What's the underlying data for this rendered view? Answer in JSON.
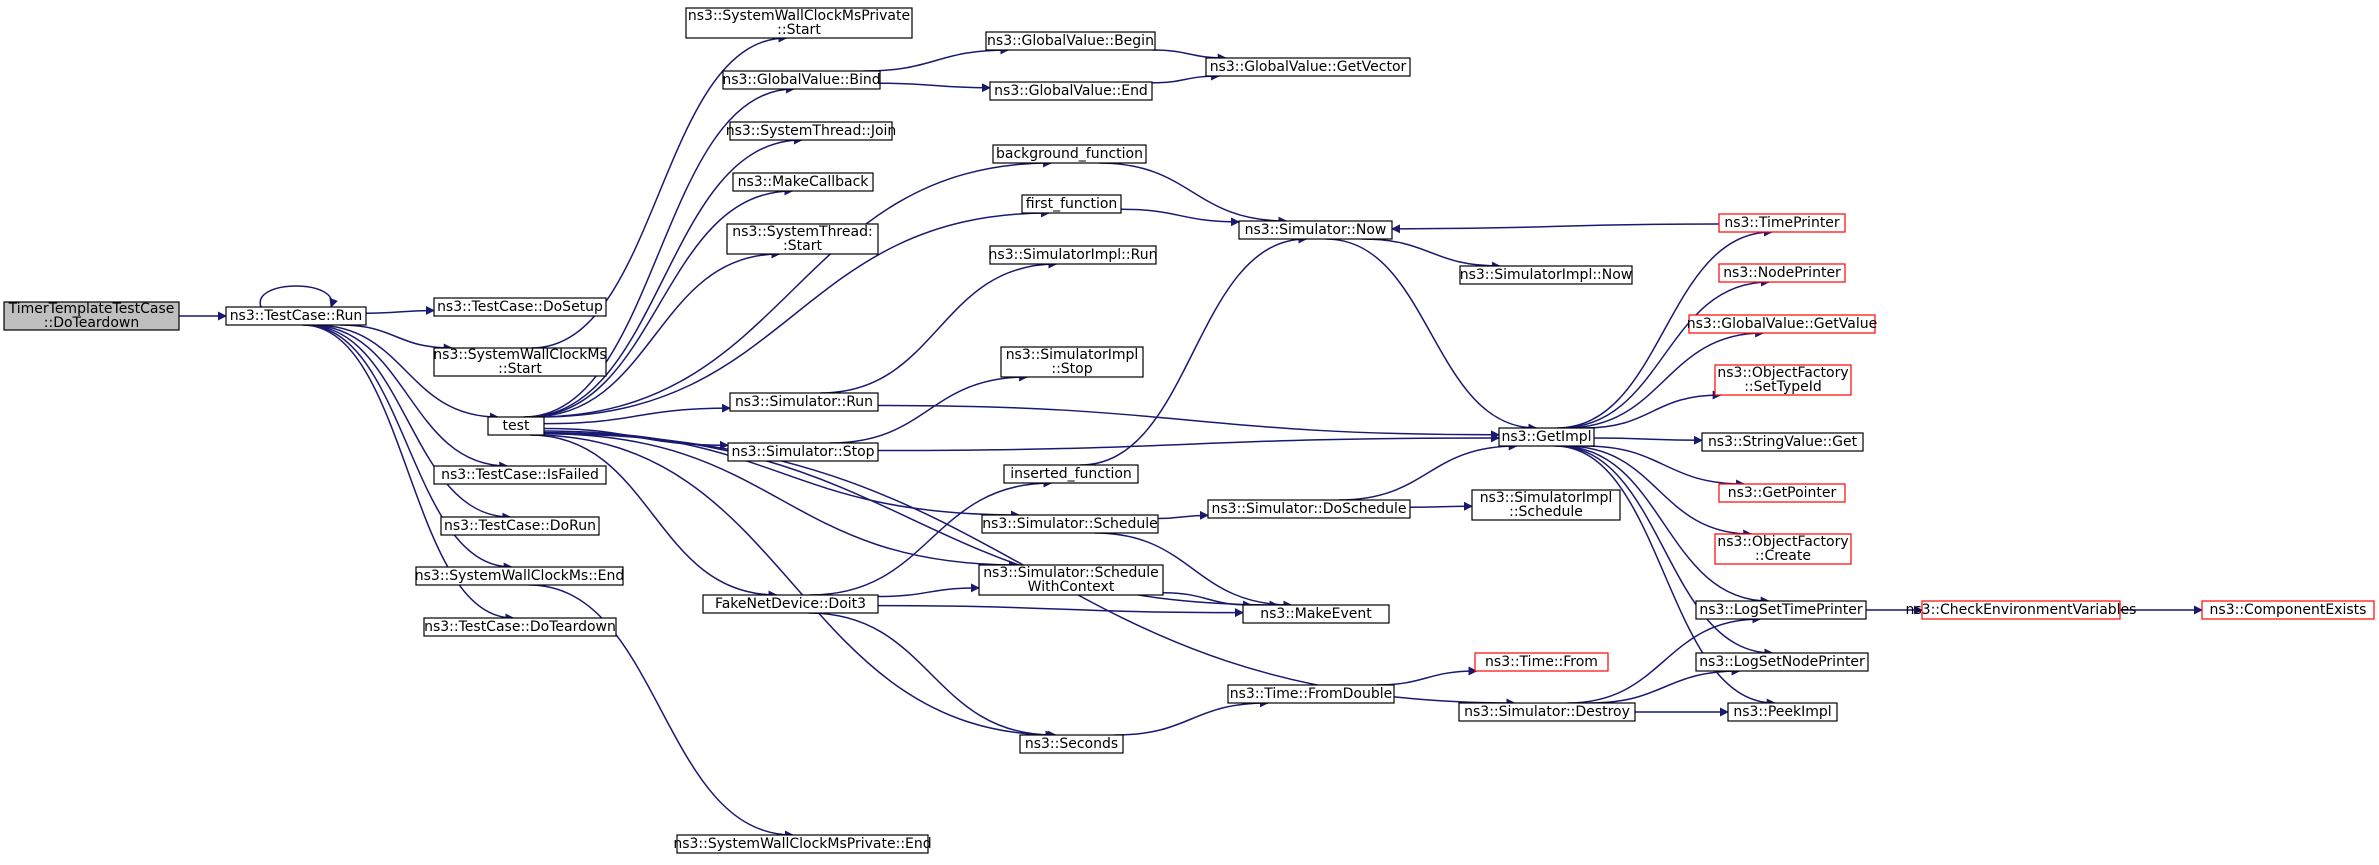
{
  "colors": {
    "edge": "#191970",
    "node_border": "#000000",
    "node_border_undocumented": "#ff0000",
    "root_fill": "#bfbfbf",
    "node_fill": "#ffffff",
    "background": "#ffffff"
  },
  "nodes": {
    "root": {
      "lines": [
        "TimerTemplateTestCase",
        "::DoTeardown"
      ],
      "kind": "root"
    },
    "testcase_run": {
      "lines": [
        "ns3::TestCase::Run"
      ],
      "kind": "normal"
    },
    "testcase_dosetup": {
      "lines": [
        "ns3::TestCase::DoSetup"
      ],
      "kind": "normal"
    },
    "swc_start": {
      "lines": [
        "ns3::SystemWallClockMs",
        "::Start"
      ],
      "kind": "normal"
    },
    "test": {
      "lines": [
        "test"
      ],
      "kind": "normal"
    },
    "testcase_isfailed": {
      "lines": [
        "ns3::TestCase::IsFailed"
      ],
      "kind": "normal"
    },
    "testcase_dorun": {
      "lines": [
        "ns3::TestCase::DoRun"
      ],
      "kind": "normal"
    },
    "swc_end": {
      "lines": [
        "ns3::SystemWallClockMs::End"
      ],
      "kind": "normal"
    },
    "testcase_doteardown": {
      "lines": [
        "ns3::TestCase::DoTeardown"
      ],
      "kind": "normal"
    },
    "swcp_start": {
      "lines": [
        "ns3::SystemWallClockMsPrivate",
        "::Start"
      ],
      "kind": "normal"
    },
    "gv_bind": {
      "lines": [
        "ns3::GlobalValue::Bind"
      ],
      "kind": "normal"
    },
    "st_join": {
      "lines": [
        "ns3::SystemThread::Join"
      ],
      "kind": "normal"
    },
    "makecallback": {
      "lines": [
        "ns3::MakeCallback"
      ],
      "kind": "normal"
    },
    "st_start": {
      "lines": [
        "ns3::SystemThread:",
        ":Start"
      ],
      "kind": "normal"
    },
    "sim_run": {
      "lines": [
        "ns3::Simulator::Run"
      ],
      "kind": "normal"
    },
    "sim_stop": {
      "lines": [
        "ns3::Simulator::Stop"
      ],
      "kind": "normal"
    },
    "fnd_doit3": {
      "lines": [
        "FakeNetDevice::Doit3"
      ],
      "kind": "normal"
    },
    "swcp_end": {
      "lines": [
        "ns3::SystemWallClockMsPrivate::End"
      ],
      "kind": "normal"
    },
    "gv_begin": {
      "lines": [
        "ns3::GlobalValue::Begin"
      ],
      "kind": "normal"
    },
    "gv_end": {
      "lines": [
        "ns3::GlobalValue::End"
      ],
      "kind": "normal"
    },
    "gv_getvector": {
      "lines": [
        "ns3::GlobalValue::GetVector"
      ],
      "kind": "normal"
    },
    "background_function": {
      "lines": [
        "background_function"
      ],
      "kind": "normal"
    },
    "first_function": {
      "lines": [
        "first_function"
      ],
      "kind": "normal"
    },
    "simimpl_run": {
      "lines": [
        "ns3::SimulatorImpl::Run"
      ],
      "kind": "normal"
    },
    "simimpl_stop": {
      "lines": [
        "ns3::SimulatorImpl",
        "::Stop"
      ],
      "kind": "normal"
    },
    "inserted_function": {
      "lines": [
        "inserted_function"
      ],
      "kind": "normal"
    },
    "sim_schedule": {
      "lines": [
        "ns3::Simulator::Schedule"
      ],
      "kind": "normal"
    },
    "sim_schedulewc": {
      "lines": [
        "ns3::Simulator::Schedule",
        "WithContext"
      ],
      "kind": "normal"
    },
    "seconds": {
      "lines": [
        "ns3::Seconds"
      ],
      "kind": "normal"
    },
    "sim_now": {
      "lines": [
        "ns3::Simulator::Now"
      ],
      "kind": "normal"
    },
    "simimpl_now": {
      "lines": [
        "ns3::SimulatorImpl::Now"
      ],
      "kind": "normal"
    },
    "getimpl": {
      "lines": [
        "ns3::GetImpl"
      ],
      "kind": "normal"
    },
    "sim_doschedule": {
      "lines": [
        "ns3::Simulator::DoSchedule"
      ],
      "kind": "normal"
    },
    "simimpl_schedule": {
      "lines": [
        "ns3::SimulatorImpl",
        "::Schedule"
      ],
      "kind": "normal"
    },
    "makeevent": {
      "lines": [
        "ns3::MakeEvent"
      ],
      "kind": "normal"
    },
    "time_fromdouble": {
      "lines": [
        "ns3::Time::FromDouble"
      ],
      "kind": "normal"
    },
    "time_from": {
      "lines": [
        "ns3::Time::From"
      ],
      "kind": "undocumented"
    },
    "sim_destroy": {
      "lines": [
        "ns3::Simulator::Destroy"
      ],
      "kind": "normal"
    },
    "timeprinter": {
      "lines": [
        "ns3::TimePrinter"
      ],
      "kind": "undocumented"
    },
    "nodeprinter": {
      "lines": [
        "ns3::NodePrinter"
      ],
      "kind": "undocumented"
    },
    "gv_getvalue": {
      "lines": [
        "ns3::GlobalValue::GetValue"
      ],
      "kind": "undocumented"
    },
    "of_settypeid": {
      "lines": [
        "ns3::ObjectFactory",
        "::SetTypeId"
      ],
      "kind": "undocumented"
    },
    "stringvalue_get": {
      "lines": [
        "ns3::StringValue::Get"
      ],
      "kind": "normal"
    },
    "getpointer": {
      "lines": [
        "ns3::GetPointer"
      ],
      "kind": "undocumented"
    },
    "of_create": {
      "lines": [
        "ns3::ObjectFactory",
        "::Create"
      ],
      "kind": "undocumented"
    },
    "logsettimeprinter": {
      "lines": [
        "ns3::LogSetTimePrinter"
      ],
      "kind": "normal"
    },
    "logsetnodeprinter": {
      "lines": [
        "ns3::LogSetNodePrinter"
      ],
      "kind": "normal"
    },
    "peekimpl": {
      "lines": [
        "ns3::PeekImpl"
      ],
      "kind": "normal"
    },
    "checkenv": {
      "lines": [
        "ns3::CheckEnvironmentVariables"
      ],
      "kind": "undocumented"
    },
    "componentexists": {
      "lines": [
        "ns3::ComponentExists"
      ],
      "kind": "undocumented"
    }
  },
  "edges": [
    [
      "root",
      "testcase_run"
    ],
    [
      "testcase_run",
      "testcase_run"
    ],
    [
      "testcase_run",
      "testcase_dosetup"
    ],
    [
      "testcase_run",
      "swc_start"
    ],
    [
      "testcase_run",
      "test"
    ],
    [
      "testcase_run",
      "testcase_isfailed"
    ],
    [
      "testcase_run",
      "testcase_dorun"
    ],
    [
      "testcase_run",
      "swc_end"
    ],
    [
      "testcase_run",
      "testcase_doteardown"
    ],
    [
      "swc_start",
      "swcp_start"
    ],
    [
      "swc_end",
      "swcp_end"
    ],
    [
      "test",
      "gv_bind"
    ],
    [
      "test",
      "st_join"
    ],
    [
      "test",
      "makecallback"
    ],
    [
      "test",
      "st_start"
    ],
    [
      "test",
      "background_function"
    ],
    [
      "test",
      "first_function"
    ],
    [
      "test",
      "sim_run"
    ],
    [
      "test",
      "sim_stop"
    ],
    [
      "test",
      "sim_schedule"
    ],
    [
      "test",
      "sim_schedulewc"
    ],
    [
      "test",
      "fnd_doit3"
    ],
    [
      "test",
      "makeevent"
    ],
    [
      "test",
      "seconds"
    ],
    [
      "test",
      "sim_destroy"
    ],
    [
      "gv_bind",
      "gv_begin"
    ],
    [
      "gv_bind",
      "gv_end"
    ],
    [
      "gv_begin",
      "gv_getvector"
    ],
    [
      "gv_end",
      "gv_getvector"
    ],
    [
      "background_function",
      "sim_now"
    ],
    [
      "first_function",
      "sim_now"
    ],
    [
      "sim_run",
      "simimpl_run"
    ],
    [
      "sim_run",
      "getimpl"
    ],
    [
      "sim_stop",
      "simimpl_stop"
    ],
    [
      "sim_stop",
      "getimpl"
    ],
    [
      "inserted_function",
      "sim_now"
    ],
    [
      "fnd_doit3",
      "inserted_function"
    ],
    [
      "fnd_doit3",
      "sim_schedulewc"
    ],
    [
      "fnd_doit3",
      "makeevent"
    ],
    [
      "fnd_doit3",
      "seconds"
    ],
    [
      "sim_schedule",
      "sim_doschedule"
    ],
    [
      "sim_schedule",
      "makeevent"
    ],
    [
      "sim_schedulewc",
      "makeevent"
    ],
    [
      "seconds",
      "time_fromdouble"
    ],
    [
      "time_fromdouble",
      "time_from"
    ],
    [
      "sim_now",
      "simimpl_now"
    ],
    [
      "sim_now",
      "getimpl"
    ],
    [
      "sim_doschedule",
      "getimpl"
    ],
    [
      "sim_doschedule",
      "simimpl_schedule"
    ],
    [
      "sim_destroy",
      "logsettimeprinter"
    ],
    [
      "sim_destroy",
      "logsetnodeprinter"
    ],
    [
      "sim_destroy",
      "peekimpl"
    ],
    [
      "timeprinter",
      "sim_now"
    ],
    [
      "getimpl",
      "timeprinter"
    ],
    [
      "getimpl",
      "nodeprinter"
    ],
    [
      "getimpl",
      "gv_getvalue"
    ],
    [
      "getimpl",
      "of_settypeid"
    ],
    [
      "getimpl",
      "stringvalue_get"
    ],
    [
      "getimpl",
      "getpointer"
    ],
    [
      "getimpl",
      "of_create"
    ],
    [
      "getimpl",
      "logsettimeprinter"
    ],
    [
      "getimpl",
      "logsetnodeprinter"
    ],
    [
      "getimpl",
      "peekimpl"
    ],
    [
      "logsettimeprinter",
      "checkenv"
    ],
    [
      "checkenv",
      "componentexists"
    ]
  ]
}
